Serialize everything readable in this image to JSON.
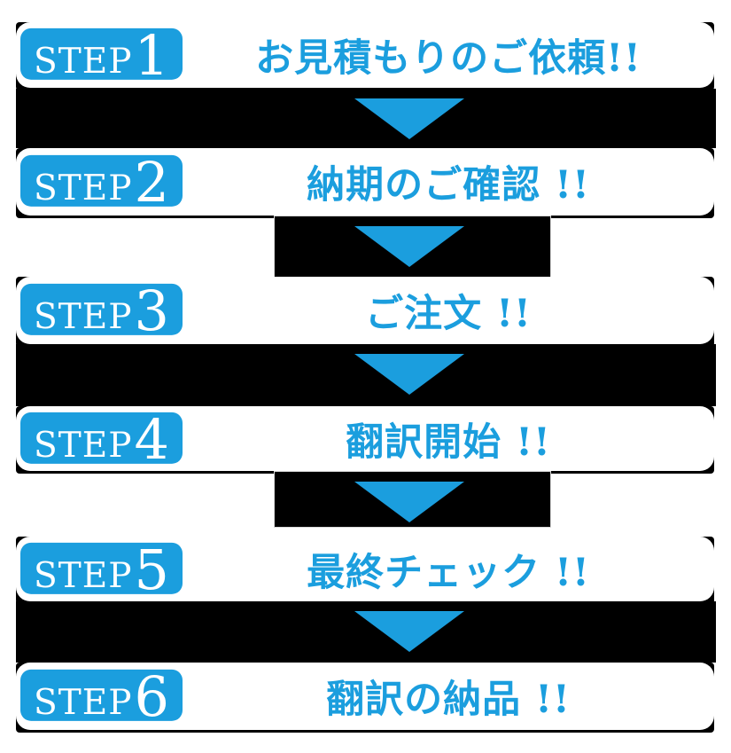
{
  "colors": {
    "accent": "#1b9ede",
    "band-black": "#000000",
    "row-white": "#ffffff"
  },
  "steps": [
    {
      "badge": "STEP",
      "number": "1",
      "label": "お見積もりのご依頼!!"
    },
    {
      "badge": "STEP",
      "number": "2",
      "label": "納期のご確認 !!"
    },
    {
      "badge": "STEP",
      "number": "3",
      "label": "ご注文 !!"
    },
    {
      "badge": "STEP",
      "number": "4",
      "label": "翻訳開始 !!"
    },
    {
      "badge": "STEP",
      "number": "5",
      "label": "最終チェック !!"
    },
    {
      "badge": "STEP",
      "number": "6",
      "label": "翻訳の納品 !!"
    }
  ],
  "connectors": [
    {
      "width": "full",
      "icon": "down-arrow"
    },
    {
      "width": "narrow",
      "icon": "down-arrow"
    },
    {
      "width": "full",
      "icon": "down-arrow"
    },
    {
      "width": "narrow",
      "icon": "down-arrow"
    },
    {
      "width": "full",
      "icon": "down-arrow"
    }
  ]
}
